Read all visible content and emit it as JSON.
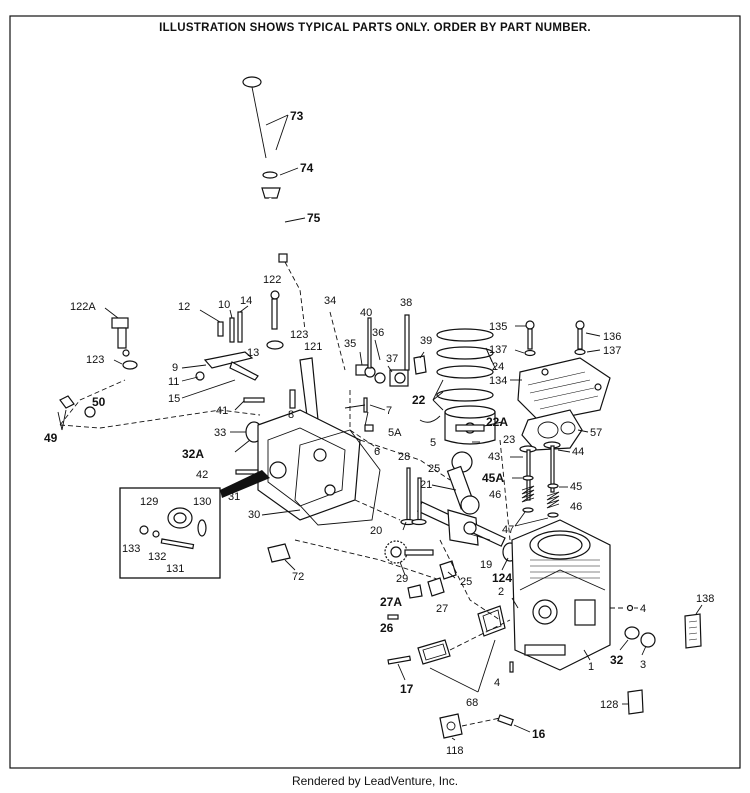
{
  "header": "ILLUSTRATION SHOWS TYPICAL PARTS ONLY. ORDER BY PART NUMBER.",
  "footer": "Rendered by LeadVenture, Inc.",
  "labels": {
    "l73": "73",
    "l74": "74",
    "l75": "75",
    "l122": "122",
    "l122A": "122A",
    "l12": "12",
    "l10": "10",
    "l14": "14",
    "l13": "13",
    "l123a": "123",
    "l123b": "123",
    "l121": "121",
    "l34": "34",
    "l40": "40",
    "l38": "38",
    "l35": "35",
    "l36": "36",
    "l37": "37",
    "l39": "39",
    "l135": "135",
    "l136": "136",
    "l137a": "137",
    "l137b": "137",
    "l134": "134",
    "l24": "24",
    "l22": "22",
    "l22A": "22A",
    "l23": "23",
    "l57": "57",
    "l44": "44",
    "l45A": "45A",
    "l45": "45",
    "l43": "43",
    "l46a": "46",
    "l46b": "46",
    "l47": "47",
    "l9": "9",
    "l11": "11",
    "l15": "15",
    "l41": "41",
    "l8": "8",
    "l7": "7",
    "l33": "33",
    "l32A": "32A",
    "l5A": "5A",
    "l5": "5",
    "l6": "6",
    "l42": "42",
    "l31": "31",
    "l28": "28",
    "l25a": "25",
    "l21": "21",
    "l30": "30",
    "l20": "20",
    "l19": "19",
    "l124": "124",
    "l25b": "25",
    "l129": "129",
    "l130": "130",
    "l133": "133",
    "l132": "132",
    "l131": "131",
    "l72": "72",
    "l29": "29",
    "l27A": "27A",
    "l27": "27",
    "l26": "26",
    "l2": "2",
    "l4a": "4",
    "l4b": "4",
    "l138": "138",
    "l32": "32",
    "l3": "3",
    "l1": "1",
    "l17": "17",
    "l68": "68",
    "l128": "128",
    "l16": "16",
    "l118": "118",
    "l49": "49",
    "l50": "50"
  }
}
